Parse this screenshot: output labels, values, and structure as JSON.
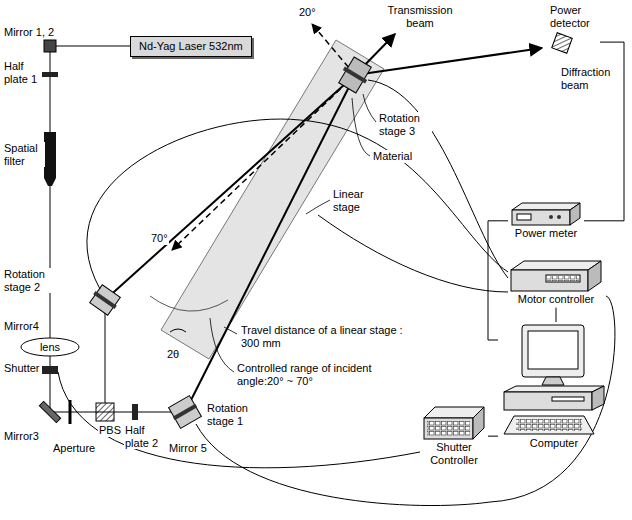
{
  "diagram": {
    "nodes": [
      {
        "text": [
          "Nd-Yag Laser 532nm"
        ]
      },
      {
        "text": [
          "Power detector"
        ]
      },
      {
        "text": [
          "Power meter"
        ]
      },
      {
        "text": [
          "Motor controller"
        ]
      },
      {
        "text": [
          "lens"
        ]
      },
      {
        "text": [
          "Computer"
        ]
      },
      {
        "text": [
          "Shutter Controller"
        ]
      }
    ],
    "edges": [
      {
        "from": 1,
        "to": 2,
        "arrow": "none"
      },
      {
        "from": 2,
        "to": 5,
        "arrow": "none"
      },
      {
        "from": 3,
        "to": 5,
        "arrow": "none"
      },
      {
        "from": 6,
        "to": 5,
        "arrow": "none"
      }
    ],
    "labels": [
      "Mirror 1, 2",
      "Half plate 1",
      "Spatial filter",
      "20°",
      "Transmission beam",
      "Diffraction beam",
      "Rotation stage 3",
      "Material",
      "Linear stage",
      "70°",
      "Rotation stage 2",
      "Mirror4",
      "2θ",
      "Travel distance of a linear stage : 300 mm",
      "Controlled range of incident angle:20° ~ 70°",
      "Shutter",
      "Mirror3",
      "PBS",
      "Aperture",
      "Half plate 2",
      "Rotation stage 1",
      "Mirror 5"
    ]
  }
}
